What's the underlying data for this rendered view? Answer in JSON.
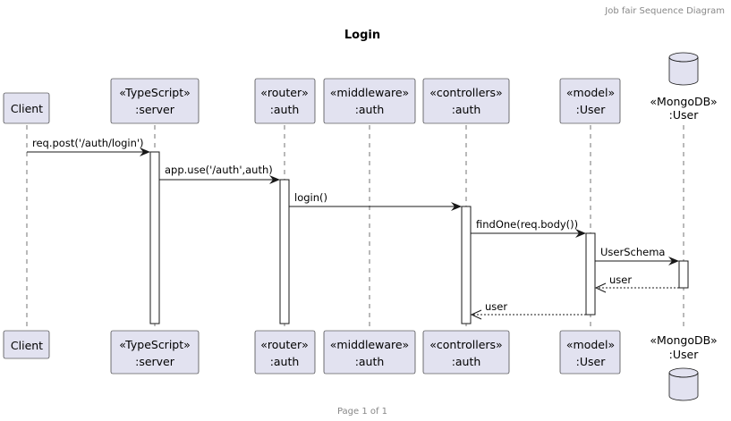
{
  "header": "Job fair Sequence Diagram",
  "title": "Login",
  "footer": "Page 1 of 1",
  "colors": {
    "participant_fill": "#E2E2F0",
    "line": "#181818",
    "header_text": "#888888"
  },
  "participants": [
    {
      "id": "client",
      "lines": [
        "Client"
      ]
    },
    {
      "id": "server",
      "lines": [
        "«TypeScript»",
        ":server"
      ]
    },
    {
      "id": "router",
      "lines": [
        "«router»",
        ":auth"
      ]
    },
    {
      "id": "middleware",
      "lines": [
        "«middleware»",
        ":auth"
      ]
    },
    {
      "id": "controllers",
      "lines": [
        "«controllers»",
        ":auth"
      ]
    },
    {
      "id": "model",
      "lines": [
        "«model»",
        ":User"
      ]
    },
    {
      "id": "mongodb",
      "lines": [
        "«MongoDB»",
        ":User"
      ],
      "shape": "database-icon"
    }
  ],
  "messages": [
    {
      "from": "client",
      "to": "server",
      "label": "req.post('/auth/login')",
      "type": "sync"
    },
    {
      "from": "server",
      "to": "router",
      "label": "app.use('/auth',auth)",
      "type": "sync"
    },
    {
      "from": "router",
      "to": "controllers",
      "label": "login()",
      "type": "sync"
    },
    {
      "from": "controllers",
      "to": "model",
      "label": "findOne(req.body())",
      "type": "sync"
    },
    {
      "from": "model",
      "to": "mongodb",
      "label": "UserSchema",
      "type": "sync"
    },
    {
      "from": "mongodb",
      "to": "model",
      "label": "user",
      "type": "return"
    },
    {
      "from": "model",
      "to": "controllers",
      "label": "user",
      "type": "return"
    }
  ]
}
